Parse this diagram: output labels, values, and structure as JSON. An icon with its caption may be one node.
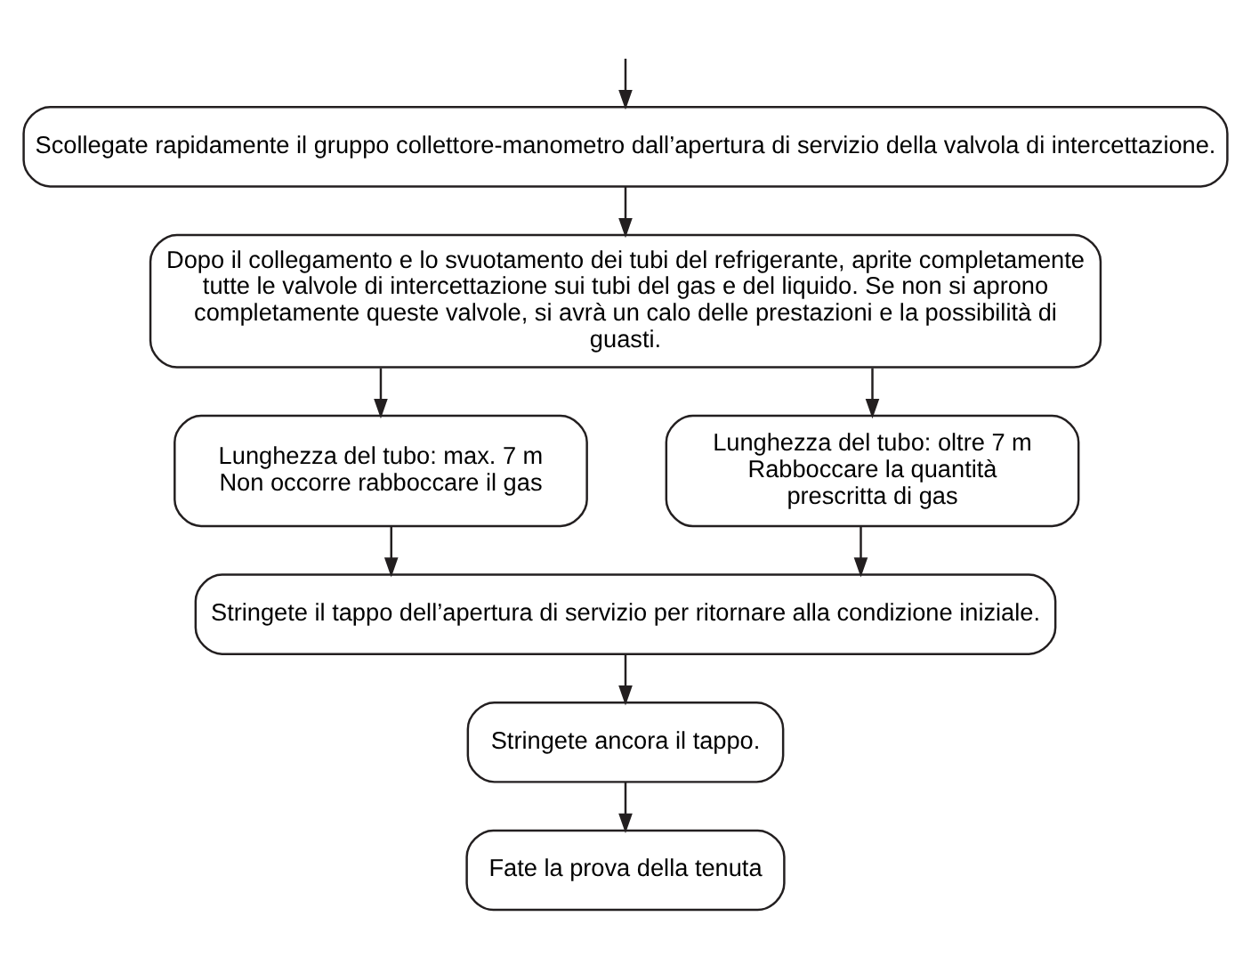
{
  "diagram": {
    "nodes": [
      {
        "text": [
          "Scollegate rapidamente il gruppo collettore-manometro dall’apertura di servizio della valvola di intercettazione."
        ]
      },
      {
        "text": [
          "Dopo il collegamento e lo svuotamento dei tubi del refrigerante, aprite completamente tutte le valvole di intercettazione sui tubi del gas e del liquido. Se non si aprono completamente queste valvole, si avrà un calo delle prestazioni e la possibilità di guasti."
        ]
      },
      {
        "text": [
          "Lunghezza del tubo: max. 7 m",
          "Non occorre rabboccare il gas"
        ]
      },
      {
        "text": [
          "Lunghezza del tubo: oltre 7 m",
          "Rabboccare la quantità prescritta di gas"
        ]
      },
      {
        "text": [
          "Stringete il tappo dell’apertura di servizio per ritornare alla condizione iniziale."
        ]
      },
      {
        "text": [
          "Stringete ancora il tappo."
        ]
      },
      {
        "text": [
          "Fate la prova della tenuta"
        ]
      }
    ],
    "edges": [
      {
        "from": null,
        "to": 0,
        "arrow": "to"
      },
      {
        "from": 0,
        "to": 1,
        "arrow": "to"
      },
      {
        "from": 1,
        "to": 2,
        "arrow": "to"
      },
      {
        "from": 1,
        "to": 3,
        "arrow": "to"
      },
      {
        "from": 2,
        "to": 4,
        "arrow": "to"
      },
      {
        "from": 3,
        "to": 4,
        "arrow": "to"
      },
      {
        "from": 4,
        "to": 5,
        "arrow": "to"
      },
      {
        "from": 5,
        "to": 6,
        "arrow": "to"
      }
    ]
  }
}
